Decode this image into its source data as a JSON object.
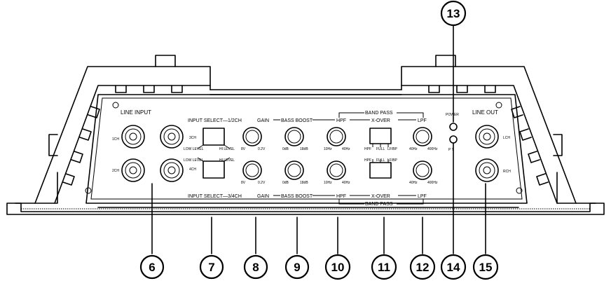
{
  "panel": {
    "line_input": "LINE INPUT",
    "ch_1": "1CH",
    "ch_2": "2CH",
    "ch_3": "3CH",
    "ch_4": "4CH",
    "low_level_top": "LOW LEVEL",
    "hi_level_top": "HI LEVEL",
    "low_level_bottom": "LOW LEVEL",
    "hi_level_bottom": "HI LEVEL",
    "input_select_top": "INPUT SELECT—1/2CH",
    "input_select_bottom": "INPUT SELECT—3/4CH",
    "gain": "GAIN",
    "bass_boost": "BASS BOOST",
    "hpf": "HPF",
    "lpf": "LPF",
    "band_pass": "BAND PASS",
    "x_over": "X-OVER",
    "hpf_opt": "HPF",
    "full_opt": "FULL",
    "lfbp_opt": "LF/BP",
    "gain_min": "8V",
    "gain_max": "0.2V",
    "bass_min": "0dB",
    "bass_max": "18dB",
    "hpf_min": "10Hz",
    "hpf_max": "40Hz",
    "lpf_min": "40Hz",
    "lpf_max": "400Hz",
    "power": "POWER",
    "pt": "P T",
    "line_out": "LINE OUT",
    "lch": "LCH",
    "rch": "RCH"
  },
  "callouts": [
    "6",
    "7",
    "8",
    "9",
    "10",
    "11",
    "12",
    "13",
    "14",
    "15"
  ]
}
